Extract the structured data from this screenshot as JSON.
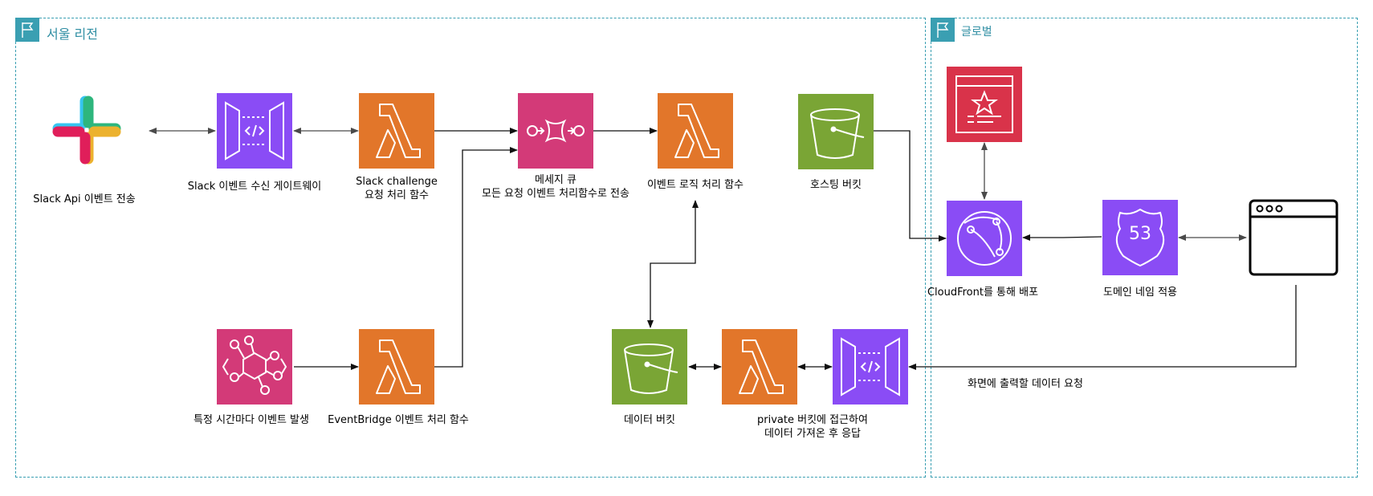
{
  "regions": {
    "seoul": {
      "title": "서울 리전"
    },
    "global": {
      "title": "글로벌"
    }
  },
  "nodes": {
    "slack": {
      "label": "Slack Api 이벤트 전송",
      "icon": "slack-logo-icon"
    },
    "gateway_event": {
      "label": "Slack 이벤트 수신 게이트웨이",
      "icon": "api-gateway-icon"
    },
    "lambda_challenge": {
      "label_line1": "Slack challenge",
      "label_line2": "요청 처리 함수",
      "icon": "lambda-icon"
    },
    "queue": {
      "label_line1": "메세지 큐",
      "label_line2": "모든 요청 이벤트 처리함수로 전송",
      "icon": "sqs-queue-icon"
    },
    "lambda_logic": {
      "label": "이벤트 로직 처리 함수",
      "icon": "lambda-icon"
    },
    "hosting_bucket": {
      "label": "호스팅 버킷",
      "icon": "s3-bucket-icon"
    },
    "eventbridge": {
      "label": "특정 시간마다 이벤트 발생",
      "icon": "eventbridge-icon"
    },
    "lambda_eventbridge": {
      "label": "EventBridge 이벤트 처리 함수",
      "icon": "lambda-icon"
    },
    "data_bucket": {
      "label": "데이터 버킷",
      "icon": "s3-bucket-icon"
    },
    "lambda_private": {
      "label_line1": "private 버킷에 접근하여",
      "label_line2": "데이터 가져온 후 응답",
      "icon": "lambda-icon"
    },
    "gateway_data": {
      "icon": "api-gateway-icon"
    },
    "waf": {
      "icon": "waf-icon"
    },
    "cloudfront": {
      "label": "CloudFront를 통해 배포",
      "icon": "cloudfront-icon"
    },
    "route53": {
      "label": "도메인 네임 적용",
      "icon": "route53-icon",
      "badge": "53"
    },
    "browser": {
      "icon": "browser-window-icon"
    }
  },
  "edge_labels": {
    "data_request": "화면에 출력할 데이터 요청"
  },
  "colors": {
    "lambda": "#e2762a",
    "api_gateway": "#8a4cf5",
    "integration": "#d33a78",
    "storage": "#7aa535",
    "security": "#d9334a",
    "region_border": "#3a9fb2",
    "arrow": "#4a4a4a"
  }
}
